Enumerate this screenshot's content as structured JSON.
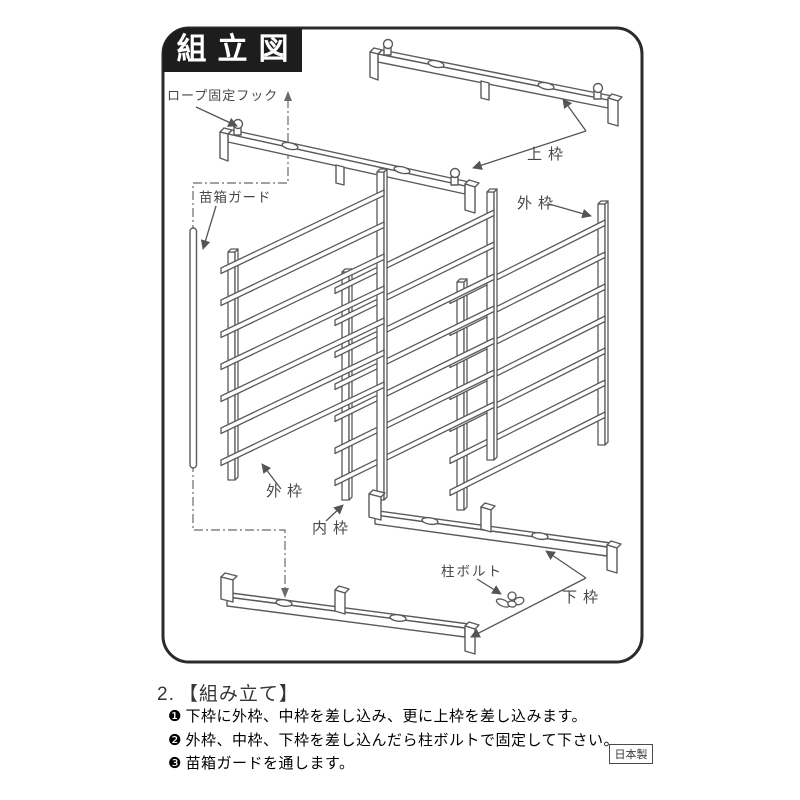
{
  "title": "組立図",
  "diagram": {
    "labels": {
      "rope_hook": "ロープ固定フック",
      "top_frame": "上枠",
      "seedling_guard": "苗箱ガード",
      "outer_frame_right": "外枠",
      "outer_frame_left": "外枠",
      "inner_frame": "内枠",
      "post_bolt": "柱ボルト",
      "bottom_frame": "下枠"
    },
    "parts": [
      "上枠",
      "外枠",
      "内枠",
      "下枠",
      "苗箱ガード",
      "柱ボルト",
      "ロープ固定フック"
    ]
  },
  "instructions": {
    "section_number": "2.",
    "heading": "【組み立て】",
    "steps": [
      {
        "marker": "❶",
        "text": "下枠に外枠、中枠を差し込み、更に上枠を差し込みます。"
      },
      {
        "marker": "❷",
        "text": "外枠、中枠、下枠を差し込んだら柱ボルトで固定して下さい。"
      },
      {
        "marker": "❸",
        "text": "苗箱ガードを通します。"
      }
    ],
    "made_in": "日本製"
  },
  "colors": {
    "line": "#5a5a5a",
    "ink": "#353535",
    "title_bg": "#1d1d1d",
    "title_fg": "#ffffff"
  }
}
